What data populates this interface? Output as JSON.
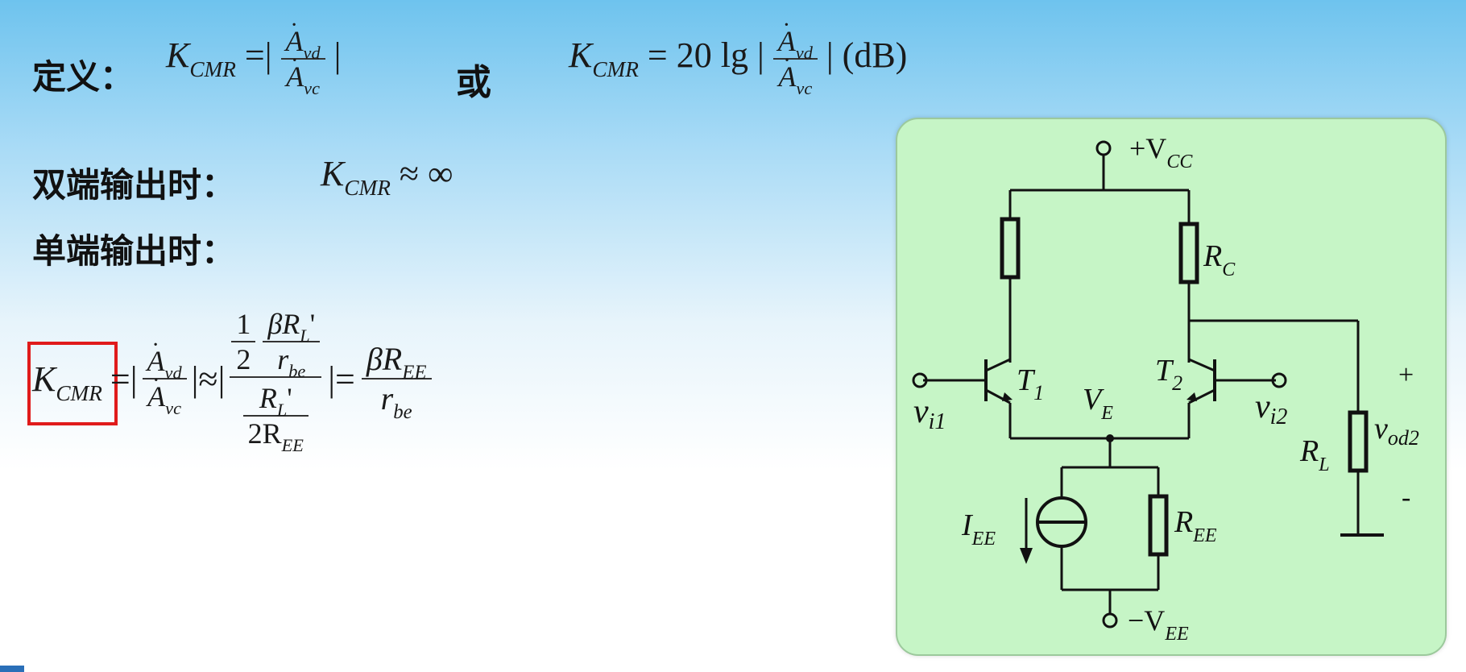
{
  "labels": {
    "definition": "定义：",
    "or": "或",
    "double_ended": "双端输出时：",
    "single_ended": "单端输出时："
  },
  "formula": {
    "K": "K",
    "CMR": "CMR",
    "A": "A",
    "vd": "vd",
    "vc": "vc",
    "eq_bar": "=|",
    "bar": "|",
    "approx_bar": "|≈|",
    "bar_eq": "|=",
    "eq": "=",
    "twenty_lg": "20 lg |",
    "dB": "| (dB)",
    "approx_inf": "≈ ∞",
    "one": "1",
    "two": "2",
    "beta_R": "βR",
    "L": "L",
    "prime": "'",
    "r": "r",
    "be": "be",
    "two_R": "2R",
    "EE": "EE"
  },
  "circuit": {
    "vcc": {
      "sign": "+V",
      "sub": "CC"
    },
    "vee": {
      "sign": "−V",
      "sub": "EE"
    },
    "rc": {
      "main": "R",
      "sub": "C"
    },
    "t1": {
      "main": "T",
      "sub": "1"
    },
    "t2": {
      "main": "T",
      "sub": "2"
    },
    "ve": {
      "main": "V",
      "sub": "E"
    },
    "vi1": {
      "main": "v",
      "sub": "i1"
    },
    "vi2": {
      "main": "v",
      "sub": "i2"
    },
    "rl": {
      "main": "R",
      "sub": "L"
    },
    "vod2": {
      "main": "v",
      "sub": "od2"
    },
    "plus": "+",
    "minus": "-",
    "iee": {
      "main": "I",
      "sub": "EE"
    },
    "ree": {
      "main": "R",
      "sub": "EE"
    }
  },
  "colors": {
    "highlight_box": "#e01b1b",
    "circuit_panel": "#c6f5c6"
  }
}
